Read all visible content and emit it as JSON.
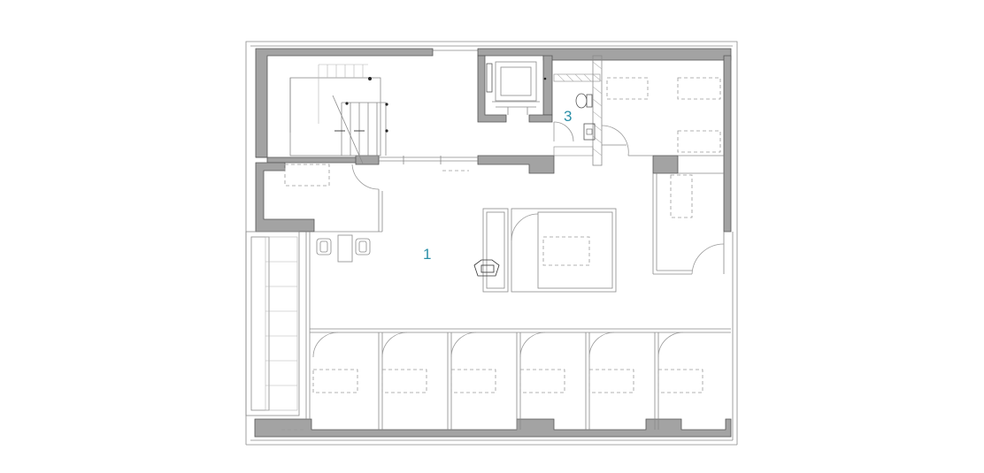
{
  "room_labels": [
    {
      "key": "room_1",
      "text": "1"
    },
    {
      "key": "room_3",
      "text": "3"
    }
  ],
  "colors": {
    "wall_fill": "#a3a3a3",
    "line": "#8a8a8a",
    "label": "#2a8fa8",
    "background": "#ffffff"
  }
}
